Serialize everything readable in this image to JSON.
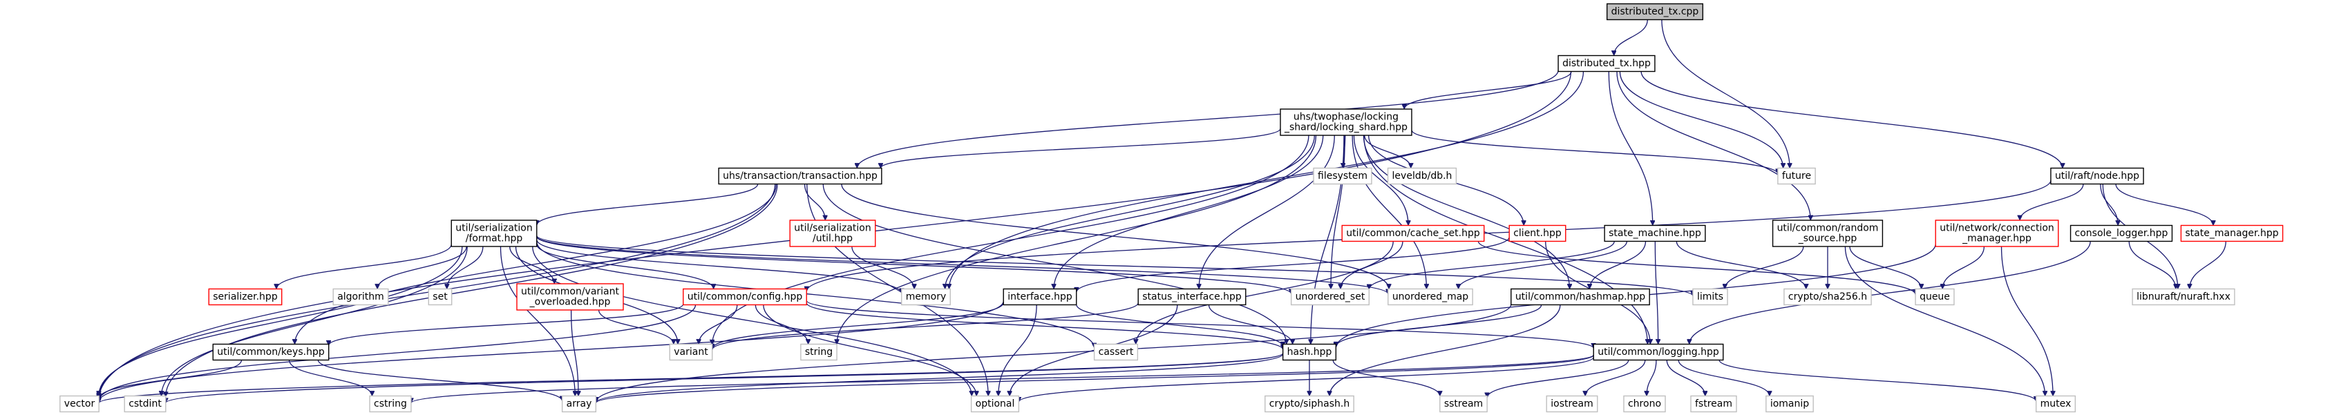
{
  "colors": {
    "edge": "#191970",
    "node_border_default": "#000000",
    "node_border_missing": "#bfbfbf",
    "node_border_truncated": "#ff0000",
    "node_fill_root": "#bfbfbf",
    "node_fill": "#ffffff",
    "text": "#000000"
  },
  "nodes": [
    {
      "id": "distributed_tx_cpp",
      "lines": [
        "distributed_tx.cpp"
      ],
      "style": "root"
    },
    {
      "id": "distributed_tx_hpp",
      "lines": [
        "distributed_tx.hpp"
      ],
      "style": "normal"
    },
    {
      "id": "locking_shard_hpp",
      "lines": [
        "uhs/twophase/locking",
        "_shard/locking_shard.hpp"
      ],
      "style": "normal"
    },
    {
      "id": "raft_node_hpp",
      "lines": [
        "util/raft/node.hpp"
      ],
      "style": "normal"
    },
    {
      "id": "transaction_hpp",
      "lines": [
        "uhs/transaction/transaction.hpp"
      ],
      "style": "normal"
    },
    {
      "id": "filesystem",
      "lines": [
        "filesystem"
      ],
      "style": "missing"
    },
    {
      "id": "leveldb",
      "lines": [
        "leveldb/db.h"
      ],
      "style": "missing"
    },
    {
      "id": "future",
      "lines": [
        "future"
      ],
      "style": "missing"
    },
    {
      "id": "serialization_util",
      "lines": [
        "util/serialization",
        "/util.hpp"
      ],
      "style": "truncated"
    },
    {
      "id": "serialization_format",
      "lines": [
        "util/serialization",
        "/format.hpp"
      ],
      "style": "normal"
    },
    {
      "id": "cache_set",
      "lines": [
        "util/common/cache_set.hpp"
      ],
      "style": "truncated"
    },
    {
      "id": "client_hpp",
      "lines": [
        "client.hpp"
      ],
      "style": "truncated"
    },
    {
      "id": "state_machine",
      "lines": [
        "state_machine.hpp"
      ],
      "style": "normal"
    },
    {
      "id": "random_source",
      "lines": [
        "util/common/random",
        "_source.hpp"
      ],
      "style": "normal"
    },
    {
      "id": "connection_manager",
      "lines": [
        "util/network/connection",
        "_manager.hpp"
      ],
      "style": "truncated"
    },
    {
      "id": "console_logger",
      "lines": [
        "console_logger.hpp"
      ],
      "style": "normal"
    },
    {
      "id": "state_manager",
      "lines": [
        "state_manager.hpp"
      ],
      "style": "truncated"
    },
    {
      "id": "serializer",
      "lines": [
        "serializer.hpp"
      ],
      "style": "truncated"
    },
    {
      "id": "algorithm",
      "lines": [
        "algorithm"
      ],
      "style": "missing"
    },
    {
      "id": "set",
      "lines": [
        "set"
      ],
      "style": "missing"
    },
    {
      "id": "variant_overloaded",
      "lines": [
        "util/common/variant",
        "_overloaded.hpp"
      ],
      "style": "truncated"
    },
    {
      "id": "config_hpp",
      "lines": [
        "util/common/config.hpp"
      ],
      "style": "truncated"
    },
    {
      "id": "memory",
      "lines": [
        "memory"
      ],
      "style": "missing"
    },
    {
      "id": "interface_hpp",
      "lines": [
        "interface.hpp"
      ],
      "style": "normal"
    },
    {
      "id": "status_interface",
      "lines": [
        "status_interface.hpp"
      ],
      "style": "normal"
    },
    {
      "id": "unordered_set",
      "lines": [
        "unordered_set"
      ],
      "style": "missing"
    },
    {
      "id": "unordered_map",
      "lines": [
        "unordered_map"
      ],
      "style": "missing"
    },
    {
      "id": "hashmap_hpp",
      "lines": [
        "util/common/hashmap.hpp"
      ],
      "style": "normal"
    },
    {
      "id": "limits",
      "lines": [
        "limits"
      ],
      "style": "missing"
    },
    {
      "id": "sha256",
      "lines": [
        "crypto/sha256.h"
      ],
      "style": "missing"
    },
    {
      "id": "queue",
      "lines": [
        "queue"
      ],
      "style": "missing"
    },
    {
      "id": "nuraft",
      "lines": [
        "libnuraft/nuraft.hxx"
      ],
      "style": "missing"
    },
    {
      "id": "keys_hpp",
      "lines": [
        "util/common/keys.hpp"
      ],
      "style": "normal"
    },
    {
      "id": "string",
      "lines": [
        "string"
      ],
      "style": "missing"
    },
    {
      "id": "variant",
      "lines": [
        "variant"
      ],
      "style": "missing"
    },
    {
      "id": "cassert",
      "lines": [
        "cassert"
      ],
      "style": "missing"
    },
    {
      "id": "hash_hpp",
      "lines": [
        "hash.hpp"
      ],
      "style": "normal"
    },
    {
      "id": "logging_hpp",
      "lines": [
        "util/common/logging.hpp"
      ],
      "style": "normal"
    },
    {
      "id": "vector",
      "lines": [
        "vector"
      ],
      "style": "missing"
    },
    {
      "id": "cstdint",
      "lines": [
        "cstdint"
      ],
      "style": "missing"
    },
    {
      "id": "cstring",
      "lines": [
        "cstring"
      ],
      "style": "missing"
    },
    {
      "id": "array",
      "lines": [
        "array"
      ],
      "style": "missing"
    },
    {
      "id": "optional",
      "lines": [
        "optional"
      ],
      "style": "missing"
    },
    {
      "id": "siphash",
      "lines": [
        "crypto/siphash.h"
      ],
      "style": "missing"
    },
    {
      "id": "sstream",
      "lines": [
        "sstream"
      ],
      "style": "missing"
    },
    {
      "id": "iostream",
      "lines": [
        "iostream"
      ],
      "style": "missing"
    },
    {
      "id": "chrono",
      "lines": [
        "chrono"
      ],
      "style": "missing"
    },
    {
      "id": "fstream",
      "lines": [
        "fstream"
      ],
      "style": "missing"
    },
    {
      "id": "iomanip",
      "lines": [
        "iomanip"
      ],
      "style": "missing"
    },
    {
      "id": "mutex",
      "lines": [
        "mutex"
      ],
      "style": "missing"
    }
  ],
  "edges": [
    [
      "distributed_tx_cpp",
      "distributed_tx_hpp"
    ],
    [
      "distributed_tx_cpp",
      "future"
    ],
    [
      "distributed_tx_hpp",
      "locking_shard_hpp"
    ],
    [
      "distributed_tx_hpp",
      "transaction_hpp"
    ],
    [
      "distributed_tx_hpp",
      "raft_node_hpp"
    ],
    [
      "distributed_tx_hpp",
      "state_machine"
    ],
    [
      "distributed_tx_hpp",
      "random_source"
    ],
    [
      "distributed_tx_hpp",
      "future"
    ],
    [
      "distributed_tx_hpp",
      "memory"
    ],
    [
      "distributed_tx_hpp",
      "vector"
    ],
    [
      "locking_shard_hpp",
      "transaction_hpp"
    ],
    [
      "locking_shard_hpp",
      "filesystem"
    ],
    [
      "locking_shard_hpp",
      "leveldb"
    ],
    [
      "locking_shard_hpp",
      "future"
    ],
    [
      "locking_shard_hpp",
      "cache_set"
    ],
    [
      "locking_shard_hpp",
      "client_hpp"
    ],
    [
      "locking_shard_hpp",
      "interface_hpp"
    ],
    [
      "locking_shard_hpp",
      "status_interface"
    ],
    [
      "locking_shard_hpp",
      "unordered_set"
    ],
    [
      "locking_shard_hpp",
      "unordered_map"
    ],
    [
      "locking_shard_hpp",
      "hashmap_hpp"
    ],
    [
      "locking_shard_hpp",
      "logging_hpp"
    ],
    [
      "locking_shard_hpp",
      "hash_hpp"
    ],
    [
      "locking_shard_hpp",
      "memory"
    ],
    [
      "locking_shard_hpp",
      "variant"
    ],
    [
      "locking_shard_hpp",
      "string"
    ],
    [
      "transaction_hpp",
      "serialization_util"
    ],
    [
      "transaction_hpp",
      "serialization_format"
    ],
    [
      "transaction_hpp",
      "keys_hpp"
    ],
    [
      "transaction_hpp",
      "hash_hpp"
    ],
    [
      "transaction_hpp",
      "optional"
    ],
    [
      "transaction_hpp",
      "cstdint"
    ],
    [
      "transaction_hpp",
      "vector"
    ],
    [
      "transaction_hpp",
      "unordered_map"
    ],
    [
      "serialization_util",
      "memory"
    ],
    [
      "serialization_format",
      "serializer"
    ],
    [
      "serialization_format",
      "algorithm"
    ],
    [
      "serialization_format",
      "set"
    ],
    [
      "serialization_format",
      "variant_overloaded"
    ],
    [
      "serialization_format",
      "config_hpp"
    ],
    [
      "serialization_format",
      "unordered_set"
    ],
    [
      "serialization_format",
      "unordered_map"
    ],
    [
      "serialization_format",
      "limits"
    ],
    [
      "serialization_format",
      "variant"
    ],
    [
      "serialization_format",
      "cassert"
    ],
    [
      "serialization_format",
      "vector"
    ],
    [
      "serialization_format",
      "cstdint"
    ],
    [
      "serialization_format",
      "array"
    ],
    [
      "serialization_format",
      "optional"
    ],
    [
      "serialization_format",
      "memory"
    ],
    [
      "variant_overloaded",
      "variant"
    ],
    [
      "variant_overloaded",
      "array"
    ],
    [
      "config_hpp",
      "keys_hpp"
    ],
    [
      "config_hpp",
      "hash_hpp"
    ],
    [
      "config_hpp",
      "variant"
    ],
    [
      "config_hpp",
      "string"
    ],
    [
      "config_hpp",
      "optional"
    ],
    [
      "config_hpp",
      "vector"
    ],
    [
      "config_hpp",
      "logging_hpp"
    ],
    [
      "keys_hpp",
      "array"
    ],
    [
      "keys_hpp",
      "cstring"
    ],
    [
      "keys_hpp",
      "vector"
    ],
    [
      "cache_set",
      "unordered_set"
    ],
    [
      "cache_set",
      "queue"
    ],
    [
      "cache_set",
      "cassert"
    ],
    [
      "client_hpp",
      "interface_hpp"
    ],
    [
      "client_hpp",
      "logging_hpp"
    ],
    [
      "interface_hpp",
      "hash_hpp"
    ],
    [
      "interface_hpp",
      "optional"
    ],
    [
      "interface_hpp",
      "variant"
    ],
    [
      "interface_hpp",
      "vector"
    ],
    [
      "status_interface",
      "hash_hpp"
    ],
    [
      "status_interface",
      "optional"
    ],
    [
      "status_interface",
      "variant"
    ],
    [
      "hashmap_hpp",
      "hash_hpp"
    ],
    [
      "hashmap_hpp",
      "siphash"
    ],
    [
      "hashmap_hpp",
      "array"
    ],
    [
      "state_machine",
      "hashmap_hpp"
    ],
    [
      "state_machine",
      "logging_hpp"
    ],
    [
      "state_machine",
      "unordered_map"
    ],
    [
      "state_machine",
      "unordered_set"
    ],
    [
      "state_machine",
      "sha256"
    ],
    [
      "random_source",
      "sha256"
    ],
    [
      "random_source",
      "queue"
    ],
    [
      "random_source",
      "limits"
    ],
    [
      "random_source",
      "mutex"
    ],
    [
      "raft_node_hpp",
      "connection_manager"
    ],
    [
      "raft_node_hpp",
      "console_logger"
    ],
    [
      "raft_node_hpp",
      "state_manager"
    ],
    [
      "raft_node_hpp",
      "nuraft"
    ],
    [
      "raft_node_hpp",
      "config_hpp"
    ],
    [
      "connection_manager",
      "queue"
    ],
    [
      "connection_manager",
      "mutex"
    ],
    [
      "connection_manager",
      "hash_hpp"
    ],
    [
      "console_logger",
      "nuraft"
    ],
    [
      "console_logger",
      "logging_hpp"
    ],
    [
      "state_manager",
      "nuraft"
    ],
    [
      "hash_hpp",
      "siphash"
    ],
    [
      "hash_hpp",
      "sstream"
    ],
    [
      "hash_hpp",
      "array"
    ],
    [
      "hash_hpp",
      "cstdint"
    ],
    [
      "hash_hpp",
      "vector"
    ],
    [
      "logging_hpp",
      "iostream"
    ],
    [
      "logging_hpp",
      "chrono"
    ],
    [
      "logging_hpp",
      "fstream"
    ],
    [
      "logging_hpp",
      "iomanip"
    ],
    [
      "logging_hpp",
      "mutex"
    ],
    [
      "logging_hpp",
      "sstream"
    ],
    [
      "logging_hpp",
      "optional"
    ],
    [
      "logging_hpp",
      "array"
    ],
    [
      "logging_hpp",
      "cstring"
    ]
  ]
}
